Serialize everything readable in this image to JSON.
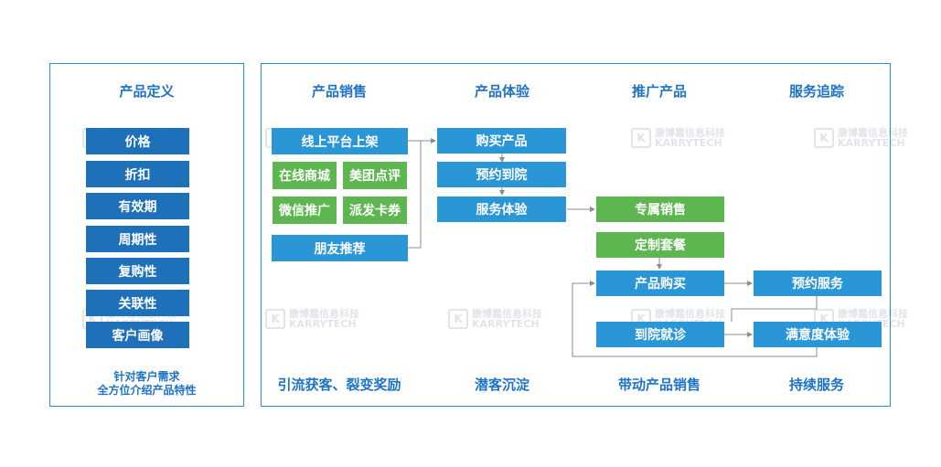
{
  "left": {
    "title": "产品定义",
    "items": [
      "价格",
      "折扣",
      "有效期",
      "周期性",
      "复购性",
      "关联性",
      "客户画像"
    ],
    "note_line1": "针对客户需求",
    "note_line2": "全方位介绍产品特性"
  },
  "columns": {
    "sales": {
      "title": "产品销售",
      "online": "线上平台上架",
      "mall": "在线商城",
      "meituan": "美团点评",
      "wechat": "微信推广",
      "coupon": "派发卡券",
      "friend": "朋友推荐",
      "bottom": "引流获客、裂变奖励"
    },
    "experience": {
      "title": "产品体验",
      "buy": "购买产品",
      "book": "预约到院",
      "service": "服务体验",
      "bottom": "潜客沉淀"
    },
    "promote": {
      "title": "推广产品",
      "exclusive": "专属销售",
      "package": "定制套餐",
      "purchase": "产品购买",
      "visit": "到院就诊",
      "bottom": "带动产品销售"
    },
    "tracking": {
      "title": "服务追踪",
      "booking": "预约服务",
      "satisfaction": "满意度体验",
      "bottom": "持续服务"
    }
  },
  "watermark": {
    "cn": "康博嘉信息科技",
    "en": "KARRYTECH"
  },
  "colors": {
    "dark_box": "#1e70b9",
    "blue_box": "#2b96d6",
    "green_box": "#5db64f",
    "title_text": "#1f73c4",
    "border": "#2a8fd6"
  }
}
